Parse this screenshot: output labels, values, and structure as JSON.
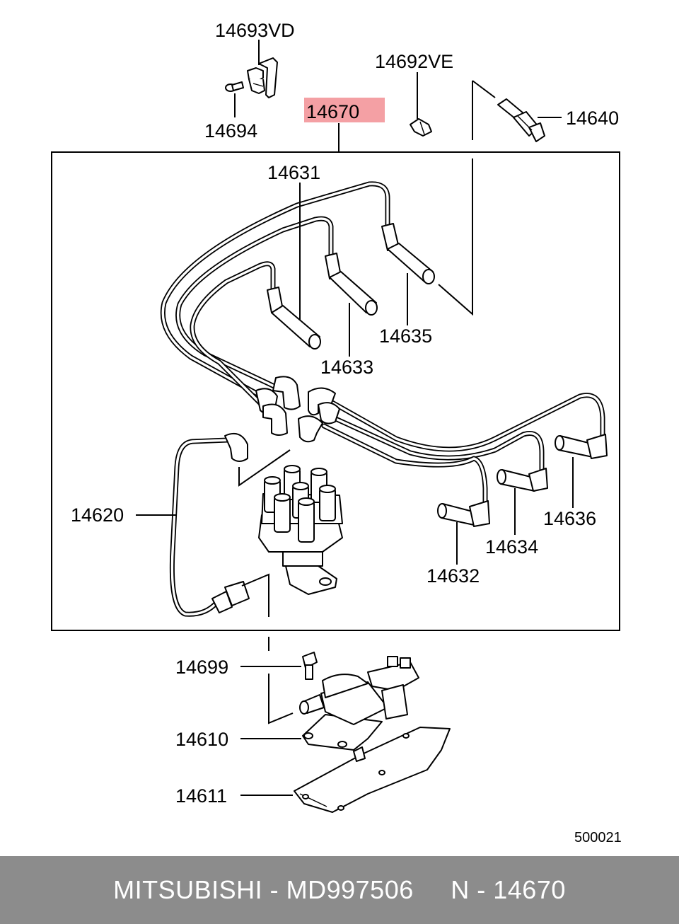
{
  "diagram": {
    "highlighted_part": "14670",
    "highlight_color": "#f4a0a4",
    "diagram_code": "500021",
    "parts": {
      "p14693VD": "14693VD",
      "p14694": "14694",
      "p14692VE": "14692VE",
      "p14640": "14640",
      "p14670": "14670",
      "p14631": "14631",
      "p14635": "14635",
      "p14633": "14633",
      "p14620": "14620",
      "p14636": "14636",
      "p14634": "14634",
      "p14632": "14632",
      "p14699": "14699",
      "p14610": "14610",
      "p14611": "14611"
    }
  },
  "footer": {
    "text": "MITSUBISHI - MD997506     N - 14670",
    "background": "#8c8c8c"
  }
}
